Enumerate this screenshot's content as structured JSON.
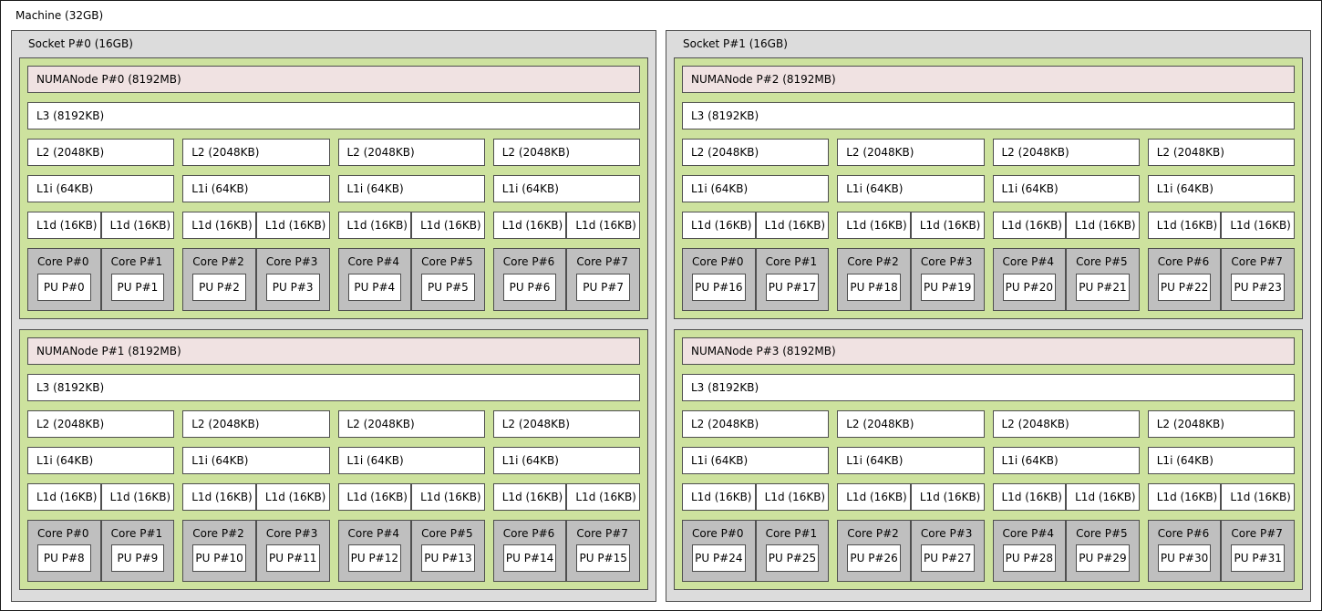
{
  "machine": {
    "label": "Machine (32GB)"
  },
  "sockets": [
    {
      "label": "Socket P#0 (16GB)",
      "numanodes": [
        {
          "label": "NUMANode P#0 (8192MB)",
          "l3_label": "L3 (8192KB)",
          "l2_labels": [
            "L2 (2048KB)",
            "L2 (2048KB)",
            "L2 (2048KB)",
            "L2 (2048KB)"
          ],
          "l1i_labels": [
            "L1i (64KB)",
            "L1i (64KB)",
            "L1i (64KB)",
            "L1i (64KB)"
          ],
          "l1d_labels": [
            "L1d (16KB)",
            "L1d (16KB)",
            "L1d (16KB)",
            "L1d (16KB)",
            "L1d (16KB)",
            "L1d (16KB)",
            "L1d (16KB)",
            "L1d (16KB)"
          ],
          "cores": [
            {
              "label": "Core P#0",
              "pu_label": "PU P#0"
            },
            {
              "label": "Core P#1",
              "pu_label": "PU P#1"
            },
            {
              "label": "Core P#2",
              "pu_label": "PU P#2"
            },
            {
              "label": "Core P#3",
              "pu_label": "PU P#3"
            },
            {
              "label": "Core P#4",
              "pu_label": "PU P#4"
            },
            {
              "label": "Core P#5",
              "pu_label": "PU P#5"
            },
            {
              "label": "Core P#6",
              "pu_label": "PU P#6"
            },
            {
              "label": "Core P#7",
              "pu_label": "PU P#7"
            }
          ]
        },
        {
          "label": "NUMANode P#1 (8192MB)",
          "l3_label": "L3 (8192KB)",
          "l2_labels": [
            "L2 (2048KB)",
            "L2 (2048KB)",
            "L2 (2048KB)",
            "L2 (2048KB)"
          ],
          "l1i_labels": [
            "L1i (64KB)",
            "L1i (64KB)",
            "L1i (64KB)",
            "L1i (64KB)"
          ],
          "l1d_labels": [
            "L1d (16KB)",
            "L1d (16KB)",
            "L1d (16KB)",
            "L1d (16KB)",
            "L1d (16KB)",
            "L1d (16KB)",
            "L1d (16KB)",
            "L1d (16KB)"
          ],
          "cores": [
            {
              "label": "Core P#0",
              "pu_label": "PU P#8"
            },
            {
              "label": "Core P#1",
              "pu_label": "PU P#9"
            },
            {
              "label": "Core P#2",
              "pu_label": "PU P#10"
            },
            {
              "label": "Core P#3",
              "pu_label": "PU P#11"
            },
            {
              "label": "Core P#4",
              "pu_label": "PU P#12"
            },
            {
              "label": "Core P#5",
              "pu_label": "PU P#13"
            },
            {
              "label": "Core P#6",
              "pu_label": "PU P#14"
            },
            {
              "label": "Core P#7",
              "pu_label": "PU P#15"
            }
          ]
        }
      ]
    },
    {
      "label": "Socket P#1 (16GB)",
      "numanodes": [
        {
          "label": "NUMANode P#2 (8192MB)",
          "l3_label": "L3 (8192KB)",
          "l2_labels": [
            "L2 (2048KB)",
            "L2 (2048KB)",
            "L2 (2048KB)",
            "L2 (2048KB)"
          ],
          "l1i_labels": [
            "L1i (64KB)",
            "L1i (64KB)",
            "L1i (64KB)",
            "L1i (64KB)"
          ],
          "l1d_labels": [
            "L1d (16KB)",
            "L1d (16KB)",
            "L1d (16KB)",
            "L1d (16KB)",
            "L1d (16KB)",
            "L1d (16KB)",
            "L1d (16KB)",
            "L1d (16KB)"
          ],
          "cores": [
            {
              "label": "Core P#0",
              "pu_label": "PU P#16"
            },
            {
              "label": "Core P#1",
              "pu_label": "PU P#17"
            },
            {
              "label": "Core P#2",
              "pu_label": "PU P#18"
            },
            {
              "label": "Core P#3",
              "pu_label": "PU P#19"
            },
            {
              "label": "Core P#4",
              "pu_label": "PU P#20"
            },
            {
              "label": "Core P#5",
              "pu_label": "PU P#21"
            },
            {
              "label": "Core P#6",
              "pu_label": "PU P#22"
            },
            {
              "label": "Core P#7",
              "pu_label": "PU P#23"
            }
          ]
        },
        {
          "label": "NUMANode P#3 (8192MB)",
          "l3_label": "L3 (8192KB)",
          "l2_labels": [
            "L2 (2048KB)",
            "L2 (2048KB)",
            "L2 (2048KB)",
            "L2 (2048KB)"
          ],
          "l1i_labels": [
            "L1i (64KB)",
            "L1i (64KB)",
            "L1i (64KB)",
            "L1i (64KB)"
          ],
          "l1d_labels": [
            "L1d (16KB)",
            "L1d (16KB)",
            "L1d (16KB)",
            "L1d (16KB)",
            "L1d (16KB)",
            "L1d (16KB)",
            "L1d (16KB)",
            "L1d (16KB)"
          ],
          "cores": [
            {
              "label": "Core P#0",
              "pu_label": "PU P#24"
            },
            {
              "label": "Core P#1",
              "pu_label": "PU P#25"
            },
            {
              "label": "Core P#2",
              "pu_label": "PU P#26"
            },
            {
              "label": "Core P#3",
              "pu_label": "PU P#27"
            },
            {
              "label": "Core P#4",
              "pu_label": "PU P#28"
            },
            {
              "label": "Core P#5",
              "pu_label": "PU P#29"
            },
            {
              "label": "Core P#6",
              "pu_label": "PU P#30"
            },
            {
              "label": "Core P#7",
              "pu_label": "PU P#31"
            }
          ]
        }
      ]
    }
  ],
  "colors": {
    "machine_bg": "#ffffff",
    "socket_bg": "#dcdcdc",
    "numa_bg": "#cde29e",
    "numa_mem_bg": "#f0e2e2",
    "cache_bg": "#ffffff",
    "core_bg": "#bfbfbf",
    "pu_bg": "#ffffff",
    "border": "#4f4f4f"
  }
}
